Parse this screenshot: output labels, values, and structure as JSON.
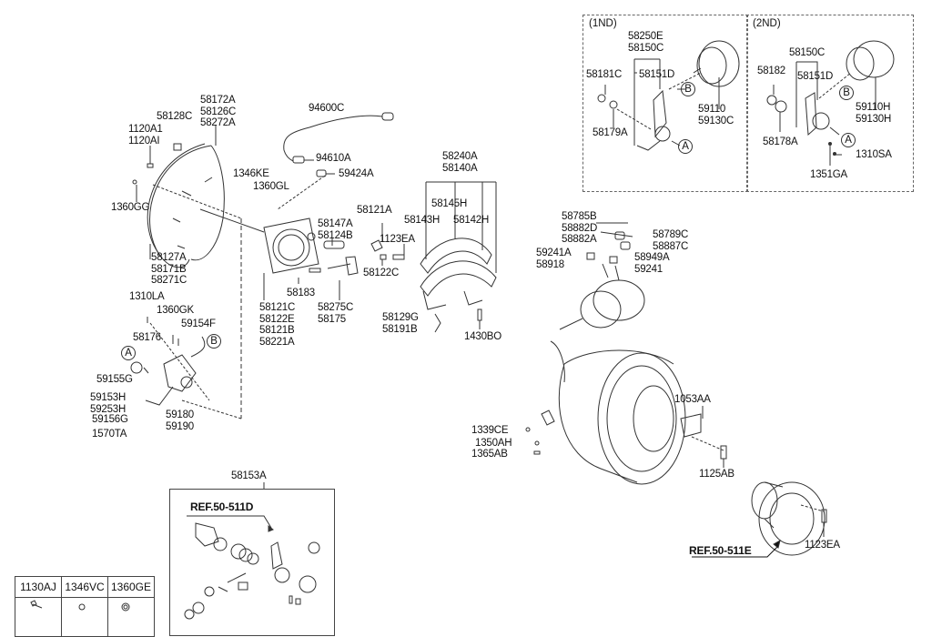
{
  "diagram": {
    "panels": [
      {
        "title": "(1ND)",
        "labels": [
          "58250E\n58150C",
          "58181C",
          "58151D",
          "58179A",
          "59110\n59130C"
        ],
        "markers": [
          "A",
          "B"
        ]
      },
      {
        "title": "(2ND)",
        "labels": [
          "58150C",
          "58182",
          "58151D",
          "58178A",
          "59110H\n59130H",
          "1310SA",
          "1351GA"
        ],
        "markers": [
          "A",
          "B"
        ]
      }
    ],
    "labels": {
      "l58172A": "58172A\n58126C\n58272A",
      "l58128C": "58128C",
      "l1120A1": "1120A1\n1120AI",
      "l1360GG": "1360GG",
      "l58127A": "58127A\n58171B\n58271C",
      "l94600C": "94600C",
      "l94610A": "94610A",
      "l59424A": "59424A",
      "l1346KE": "1346KE",
      "l1360GL": "1360GL",
      "l58121A": "58121A",
      "l58147A": "58147A\n58124B",
      "l1123EA": "1123EA",
      "l58122C": "58122C",
      "l58183": "58183",
      "l58121C": "58121C\n58122E\n58121B\n58221A",
      "l58275C": "58275C\n58175",
      "l58240A": "58240A\n58140A",
      "l58145H": "58145H",
      "l58143H": "58143H",
      "l58142H": "58142H",
      "l58129G": "58129G\n58191B",
      "l1430BO": "1430BO",
      "l1310LA": "1310LA",
      "l1360GK": "1360GK",
      "l59154F": "59154F",
      "l58176": "58176",
      "l59155G": "59155G",
      "l59153H": "59153H\n59253H",
      "l59156G": "59156G",
      "l59180": "59180\n59190",
      "l1570TA": "1570TA",
      "l58785B": "58785B\n58882D\n58882A",
      "l58789C": "58789C\n58887C",
      "l59241A": "59241A\n58918",
      "l58949A": "58949A\n59241",
      "l1053AA": "1053AA",
      "l1339CE": "1339CE",
      "l1350AH": "1350AH",
      "l1365AB": "1365AB",
      "l1125AB": "1125AB",
      "l1123EA2": "1123EA",
      "l58153A": "58153A"
    },
    "refs": {
      "ref511D": "REF.50-511D",
      "ref511E": "REF.50-511E"
    },
    "markers": {
      "a": "A",
      "b": "B"
    },
    "fasteners_table": {
      "headers": [
        "1130AJ",
        "1346VC",
        "1360GE"
      ]
    }
  }
}
